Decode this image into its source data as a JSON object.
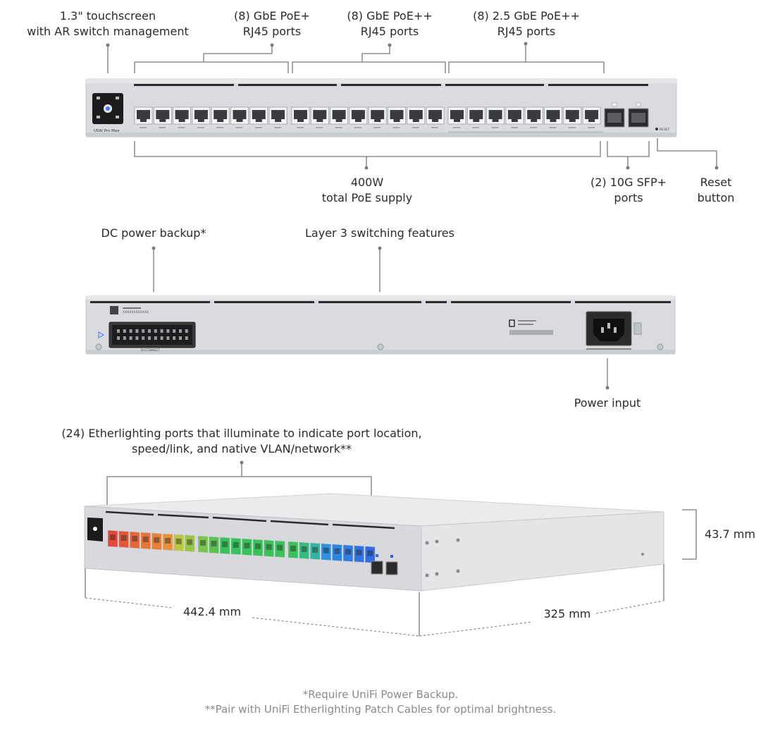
{
  "front_labels": {
    "touchscreen": [
      "1.3\" touchscreen",
      "with AR switch management"
    ],
    "gbe_poe_plus": [
      "(8) GbE PoE+",
      "RJ45 ports"
    ],
    "gbe_poe_plusplus": [
      "(8) GbE PoE++",
      "RJ45 ports"
    ],
    "mgbe_poe_plusplus": [
      "(8) 2.5 GbE PoE++",
      "RJ45 ports"
    ],
    "poe_budget": [
      "400W",
      "total PoE supply"
    ],
    "sfp_ports": [
      "(2) 10G SFP+",
      "ports"
    ],
    "reset": [
      "Reset",
      "button"
    ],
    "model_text": "USW Pro Max",
    "reset_text": "RESET"
  },
  "rear_labels": {
    "dc_backup": "DC power backup*",
    "layer3": "Layer 3 switching features",
    "power_input": "Power input",
    "dc_connector_text": "DC/CONNECT",
    "serial_text": "XXXXXXXXXXXX"
  },
  "angled_labels": {
    "etherlighting": [
      "(24) Etherlighting ports that illuminate to indicate port location,",
      "speed/link, and native VLAN/network**"
    ],
    "height": "43.7 mm",
    "width": "442.4 mm",
    "depth": "325 mm"
  },
  "footnotes": [
    "*Require UniFi Power Backup.",
    "**Pair with UniFi Etherlighting Patch Cables for optimal brightness."
  ],
  "colors": {
    "chassis": "#dadcdf",
    "leader_line": "#7a7a7a",
    "etherlight_red": "#e8473a",
    "etherlight_green": "#37c35a",
    "etherlight_blue": "#2f63e8"
  }
}
